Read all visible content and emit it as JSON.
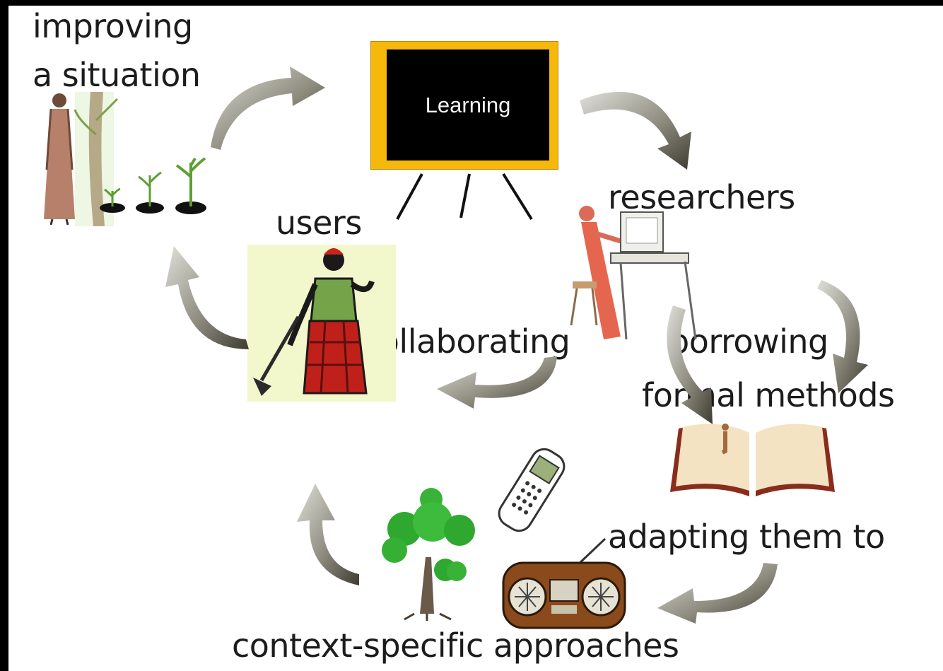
{
  "board": {
    "title": "Learning",
    "frame_color": "#f5b80b",
    "screen_color": "#000000"
  },
  "labels": {
    "improving": "improving",
    "situation": "a situation",
    "users": "users",
    "researchers": "researchers",
    "collaborating": "collaborating",
    "borrowing": "borrowing",
    "formal_methods": "formal methods",
    "adapting": "adapting them to",
    "context": "context-specific approaches"
  },
  "icons": [
    "farmer-with-sapling-icon",
    "woman-with-hoe-icon",
    "researcher-at-computer-icon",
    "open-book-icon",
    "tree-icon",
    "mobile-phone-icon",
    "radio-icon"
  ],
  "colors": {
    "arrow_dark": "#4d4a3e",
    "arrow_light": "#d7d7d0",
    "text": "#1c1c1c"
  }
}
